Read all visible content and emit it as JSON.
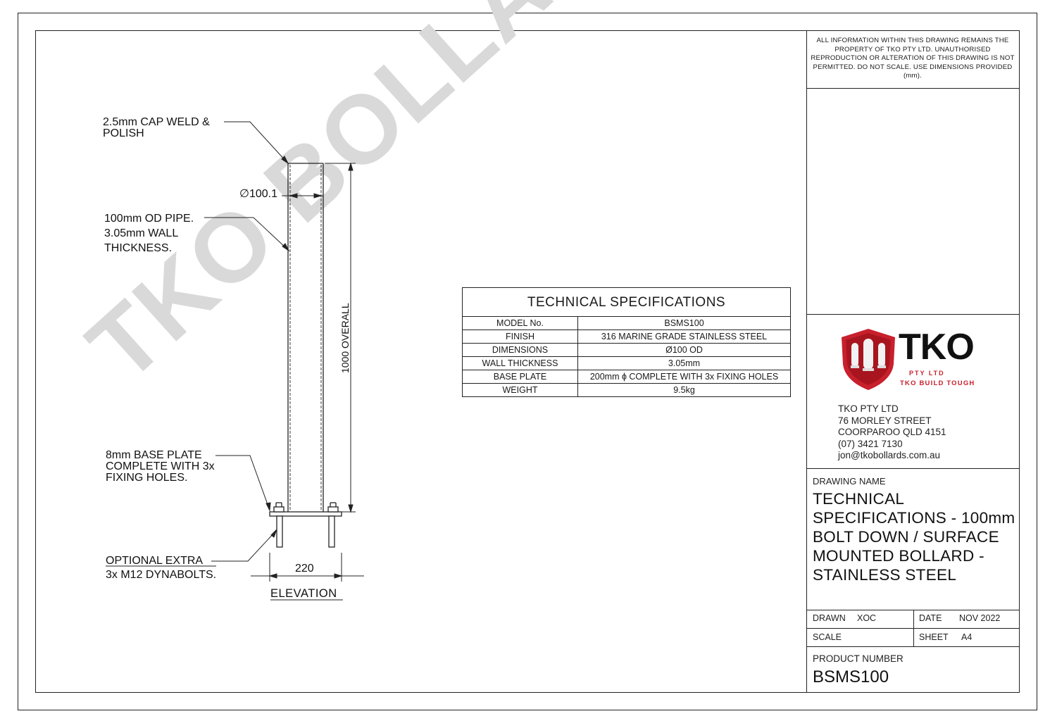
{
  "watermark": "TKO BOLLARDS",
  "notes": {
    "cap": "2.5mm CAP WELD &\nPOLISH",
    "pipe": "100mm OD PIPE.\n3.05mm WALL\nTHICKNESS.",
    "base": "8mm BASE PLATE\nCOMPLETE WITH 3x\nFIXING HOLES.",
    "optional_line1": "OPTIONAL EXTRA",
    "optional_line2": "3x M12 DYNABOLTS."
  },
  "dimensions": {
    "diameter": "∅100.1",
    "overall": "1000 OVERALL",
    "base_width": "220",
    "view_label": "ELEVATION"
  },
  "spec_table": {
    "title": "TECHNICAL SPECIFICATIONS",
    "rows": [
      {
        "key": "MODEL No.",
        "value": "BSMS100"
      },
      {
        "key": "FINISH",
        "value": "316 MARINE GRADE STAINLESS STEEL"
      },
      {
        "key": "DIMENSIONS",
        "value": "Ø100 OD"
      },
      {
        "key": "WALL THICKNESS",
        "value": "3.05mm"
      },
      {
        "key": "BASE PLATE",
        "value": "200mm ɸ COMPLETE WITH 3x FIXING HOLES"
      },
      {
        "key": "WEIGHT",
        "value": "9.5kg"
      }
    ]
  },
  "title_block": {
    "disclaimer": "ALL INFORMATION WITHIN THIS DRAWING REMAINS THE PROPERTY OF TKO PTY LTD. UNAUTHORISED REPRODUCTION OR ALTERATION OF THIS DRAWING IS NOT PERMITTED. DO NOT SCALE. USE DIMENSIONS PROVIDED (mm).",
    "logo": {
      "name": "TKO",
      "sub": "PTY LTD",
      "tagline": "TKO BUILD TOUGH",
      "brand_color": "#c8202c"
    },
    "company": {
      "name": "TKO PTY LTD",
      "street": "76 MORLEY STREET",
      "suburb": "COORPAROO QLD 4151",
      "phone": "(07) 3421 7130",
      "email": "jon@tkobollards.com.au"
    },
    "drawing_name_label": "DRAWING NAME",
    "drawing_name": "TECHNICAL SPECIFICATIONS - 100mm BOLT DOWN / SURFACE MOUNTED BOLLARD - STAINLESS STEEL",
    "drawn_label": "DRAWN",
    "drawn_value": "XOC",
    "date_label": "DATE",
    "date_value": "NOV 2022",
    "scale_label": "SCALE",
    "scale_value": "",
    "sheet_label": "SHEET",
    "sheet_value": "A4",
    "product_number_label": "PRODUCT NUMBER",
    "product_number": "BSMS100"
  }
}
